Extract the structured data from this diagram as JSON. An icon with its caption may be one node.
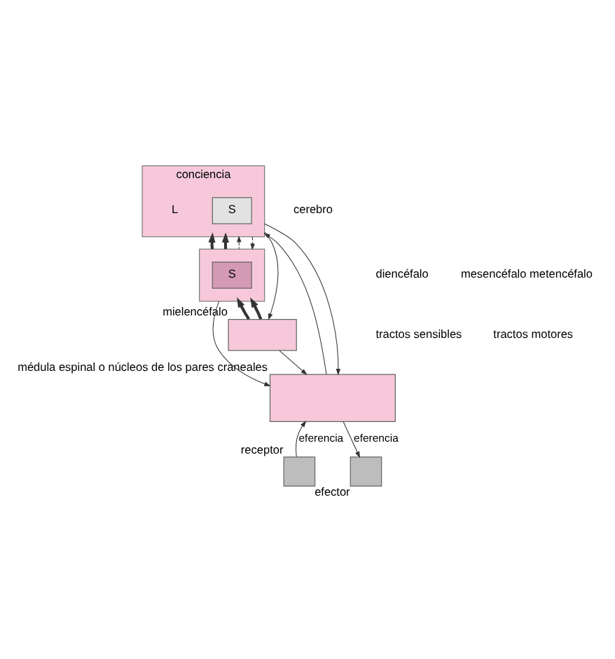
{
  "diagram": {
    "nodes": [
      {
        "text": [
          "conciencia"
        ],
        "beside": [
          "cerebro"
        ]
      },
      {
        "text": [
          "S"
        ],
        "in": 0
      },
      {
        "text": [
          "L"
        ],
        "in": 0
      },
      {
        "text": [],
        "shape": "box",
        "beside": [
          "diencéfalo",
          "mesencéfalo metencéfalo"
        ]
      },
      {
        "text": [
          "S"
        ],
        "in": 3
      },
      {
        "text": [],
        "shape": "box",
        "beside": [
          "mielencéfalo"
        ]
      },
      {
        "text": [],
        "shape": "box",
        "beside": [
          "médula espinal o núcleos de los pares craneales"
        ]
      },
      {
        "text": [],
        "shape": "box",
        "beside": [
          "receptor"
        ]
      },
      {
        "text": [],
        "shape": "box",
        "beside": [
          "efector"
        ]
      }
    ],
    "edges": [
      {
        "from": 7,
        "to": 6,
        "arrow": "to",
        "label": "eferencia"
      },
      {
        "from": 6,
        "to": 8,
        "arrow": "to",
        "label": "eferencia"
      },
      {
        "from": 6,
        "to": 0,
        "arrow": "to"
      },
      {
        "from": 5,
        "to": 3,
        "arrow": "to",
        "style": "thick"
      },
      {
        "from": 5,
        "to": 3,
        "arrow": "to",
        "style": "thick"
      },
      {
        "from": 3,
        "to": 0,
        "arrow": "to",
        "style": "thick"
      },
      {
        "from": 3,
        "to": 0,
        "arrow": "to",
        "style": "thick"
      },
      {
        "from": 3,
        "to": 0,
        "arrow": "to",
        "style": "dashed"
      },
      {
        "from": 0,
        "to": 3,
        "arrow": "to",
        "style": "dashed"
      },
      {
        "from": 0,
        "to": 6,
        "arrow": "to"
      },
      {
        "from": 0,
        "to": 5,
        "arrow": "to"
      },
      {
        "from": 3,
        "to": 6,
        "arrow": "to"
      },
      {
        "from": 5,
        "to": 6,
        "arrow": "to"
      }
    ],
    "labels": [
      "tractos sensibles",
      "tractos motores"
    ]
  }
}
